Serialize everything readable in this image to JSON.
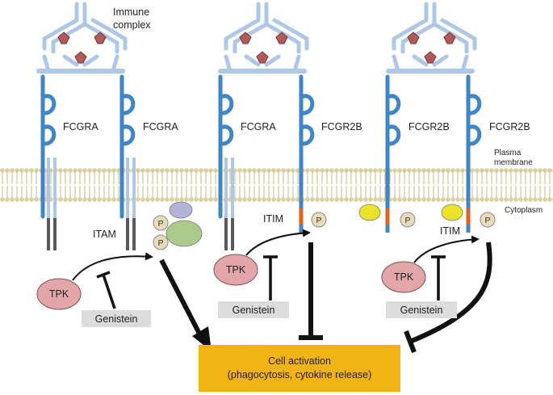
{
  "labels": {
    "immune_complex": [
      "Immune",
      "complex"
    ],
    "receptor_1": "FCGRA",
    "receptor_2": "FCGRA",
    "receptor_3": "FCGRA",
    "receptor_4": "FCGR2B",
    "receptor_5": "FCGR2B",
    "receptor_6": "FCGR2B",
    "plasma_membrane": [
      "Plasma",
      "membrane"
    ],
    "cytoplasm": "Cytoplasm",
    "itam": "ITAM",
    "itim_1": "ITIM",
    "itim_2": "ITIM",
    "phospho": "P",
    "tpk": "TPK",
    "genistein": "Genistein",
    "outcome": [
      "Cell activation",
      "(phagocytosis, cytokine release)"
    ]
  },
  "colors": {
    "receptor_blue": "#3f86c8",
    "antibody_light_blue": "#aec7e6",
    "antigen_red": "#b05a5a",
    "membrane_tan": "#d8cf9a",
    "itam_gray": "#5a5a5a",
    "itim_orange": "#e0641e",
    "phospho_fill": "#e6dcb8",
    "tpk_fill": "#e3a6a8",
    "adapter_green": "#aacb8a",
    "adapter_purple": "#b4b2d6",
    "inhibitor_yellow": "#ece22a",
    "genistein_box": "#dcdcdc",
    "outcome_box": "#f2b314"
  }
}
